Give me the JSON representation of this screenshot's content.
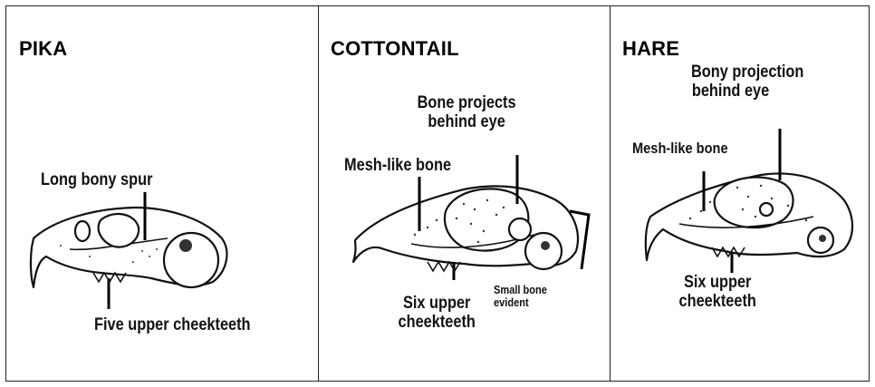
{
  "panels": [
    {
      "title": "PIKA",
      "labels": {
        "spur": "Long bony spur",
        "teeth": "Five upper cheekteeth"
      }
    },
    {
      "title": "COTTONTAIL",
      "labels": {
        "projection_line1": "Bone projects",
        "projection_line2": "behind eye",
        "mesh": "Mesh-like bone",
        "teeth_line1": "Six upper",
        "teeth_line2": "cheekteeth",
        "small_line1": "Small bone",
        "small_line2": "evident"
      }
    },
    {
      "title": "HARE",
      "labels": {
        "projection_line1": "Bony projection",
        "projection_line2": "behind eye",
        "mesh": "Mesh-like bone",
        "teeth_line1": "Six upper",
        "teeth_line2": "cheekteeth"
      }
    }
  ]
}
